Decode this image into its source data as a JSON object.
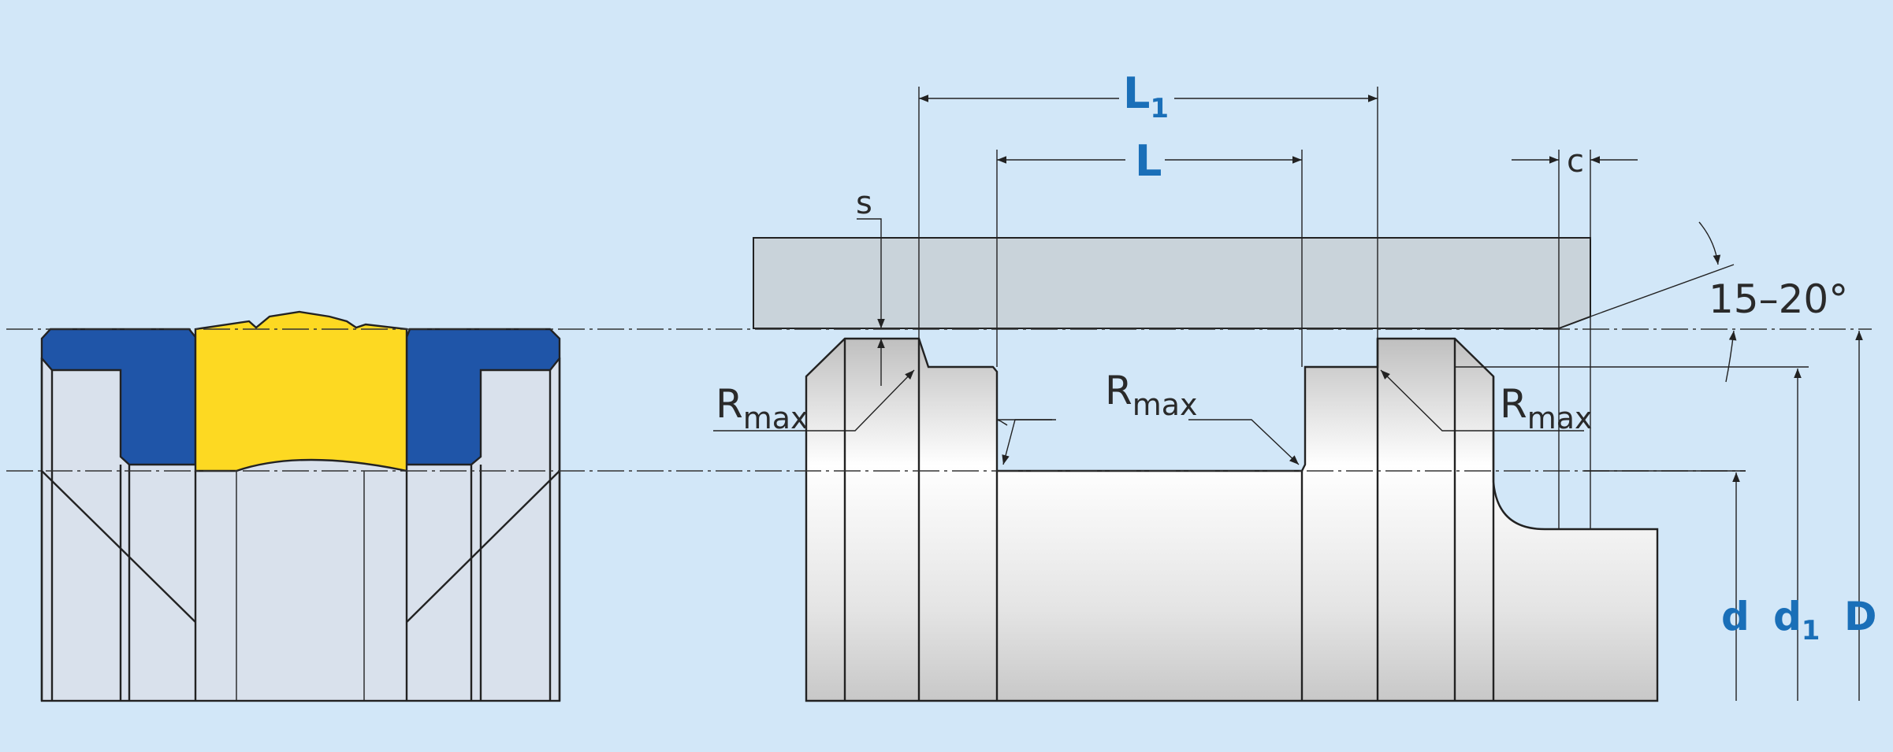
{
  "labels": {
    "L1_main": "L",
    "L1_sub": "1",
    "L": "L",
    "c": "c",
    "s": "s",
    "angle": "15–20°",
    "rmax_left_main": "R",
    "rmax_left_sub": "max",
    "rmax_center_main": "R",
    "rmax_center_sub": "max",
    "rmax_right_main": "R",
    "rmax_right_sub": "max",
    "d": "d",
    "d1_main": "d",
    "d1_sub": "1",
    "D": "D"
  },
  "colors": {
    "background": "#d2e7f8",
    "seal_ring_blue": "#1f55a8",
    "seal_core_yellow": "#fdd922",
    "housing_gray": "#c9d3da",
    "dimension_blue": "#1a6fb8"
  }
}
